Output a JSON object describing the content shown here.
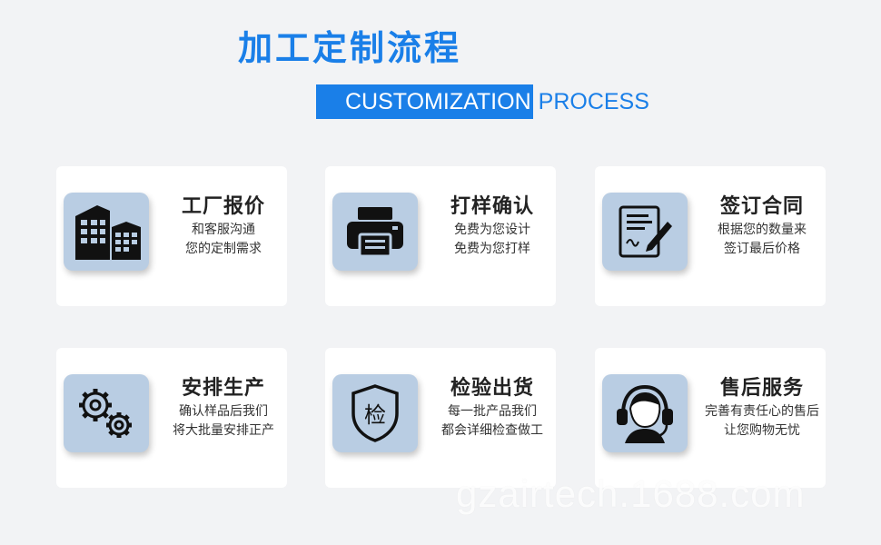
{
  "header": {
    "title": "加工定制流程",
    "subtitle_highlight": "CUSTOMIZATION",
    "subtitle_rest": "PROCESS"
  },
  "accent_color": "#1a7fe8",
  "icon_bg_color": "#b9cde3",
  "steps": [
    {
      "icon": "factory-icon",
      "title": "工厂报价",
      "line1": "和客服沟通",
      "line2": "您的定制需求"
    },
    {
      "icon": "printer-icon",
      "title": "打样确认",
      "line1": "免费为您设计",
      "line2": "免费为您打样"
    },
    {
      "icon": "contract-icon",
      "title": "签订合同",
      "line1": "根据您的数量来",
      "line2": "签订最后价格"
    },
    {
      "icon": "gears-icon",
      "title": "安排生产",
      "line1": "确认样品后我们",
      "line2": "将大批量安排正产"
    },
    {
      "icon": "inspection-shield-icon",
      "title": "检验出货",
      "line1": "每一批产品我们",
      "line2": "都会详细检查做工"
    },
    {
      "icon": "customer-service-headset-icon",
      "title": "售后服务",
      "line1": "完善有责任心的售后",
      "line2": "让您购物无忧"
    }
  ],
  "watermark": "gzairtech.1688.com"
}
